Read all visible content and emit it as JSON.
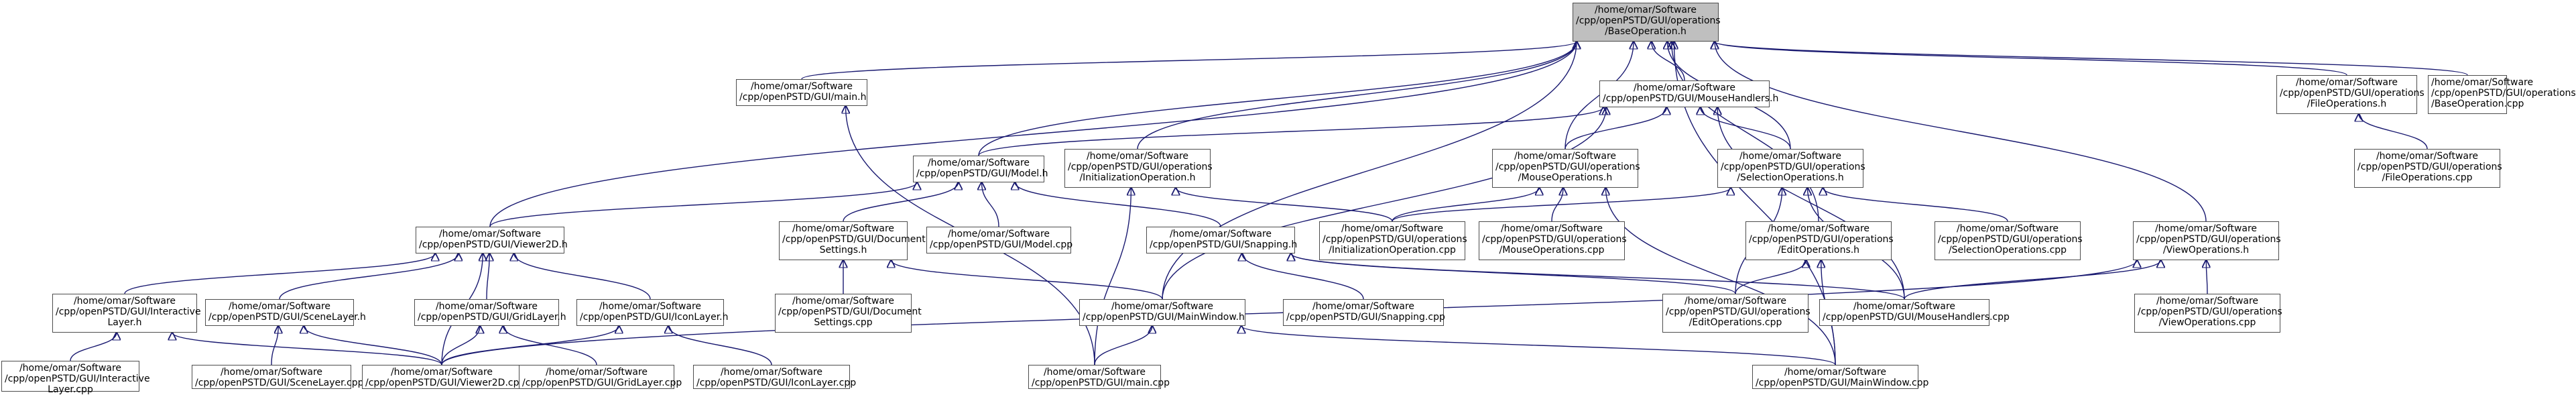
{
  "colors": {
    "edge": "#191970",
    "node_border": "#4d4d4d",
    "root_fill": "#bfbfbf",
    "node_fill": "#ffffff"
  },
  "nodes": {
    "base_h": [
      "/home/omar/Software",
      "/cpp/openPSTD/GUI/operations",
      "/BaseOperation.h"
    ],
    "main_h": [
      "/home/omar/Software",
      "/cpp/openPSTD/GUI/main.h"
    ],
    "mouse_h": [
      "/home/omar/Software",
      "/cpp/openPSTD/GUI/MouseHandlers.h"
    ],
    "file_h": [
      "/home/omar/Software",
      "/cpp/openPSTD/GUI/operations",
      "/FileOperations.h"
    ],
    "base_cpp": [
      "/home/omar/Software",
      "/cpp/openPSTD/GUI/operations",
      "/BaseOperation.cpp"
    ],
    "model_h": [
      "/home/omar/Software",
      "/cpp/openPSTD/GUI/Model.h"
    ],
    "init_h": [
      "/home/omar/Software",
      "/cpp/openPSTD/GUI/operations",
      "/InitializationOperation.h"
    ],
    "mouseops_h": [
      "/home/omar/Software",
      "/cpp/openPSTD/GUI/operations",
      "/MouseOperations.h"
    ],
    "sel_h": [
      "/home/omar/Software",
      "/cpp/openPSTD/GUI/operations",
      "/SelectionOperations.h"
    ],
    "file_cpp": [
      "/home/omar/Software",
      "/cpp/openPSTD/GUI/operations",
      "/FileOperations.cpp"
    ],
    "viewer_h": [
      "/home/omar/Software",
      "/cpp/openPSTD/GUI/Viewer2D.h"
    ],
    "doc_h": [
      "/home/omar/Software",
      "/cpp/openPSTD/GUI/Document",
      "Settings.h"
    ],
    "model_cpp": [
      "/home/omar/Software",
      "/cpp/openPSTD/GUI/Model.cpp"
    ],
    "snap_h": [
      "/home/omar/Software",
      "/cpp/openPSTD/GUI/Snapping.h"
    ],
    "init_cpp": [
      "/home/omar/Software",
      "/cpp/openPSTD/GUI/operations",
      "/InitializationOperation.cpp"
    ],
    "mouseops_cpp": [
      "/home/omar/Software",
      "/cpp/openPSTD/GUI/operations",
      "/MouseOperations.cpp"
    ],
    "edit_h": [
      "/home/omar/Software",
      "/cpp/openPSTD/GUI/operations",
      "/EditOperations.h"
    ],
    "sel_cpp": [
      "/home/omar/Software",
      "/cpp/openPSTD/GUI/operations",
      "/SelectionOperations.cpp"
    ],
    "view_h": [
      "/home/omar/Software",
      "/cpp/openPSTD/GUI/operations",
      "/ViewOperations.h"
    ],
    "inter_h": [
      "/home/omar/Software",
      "/cpp/openPSTD/GUI/Interactive",
      "Layer.h"
    ],
    "scene_h": [
      "/home/omar/Software",
      "/cpp/openPSTD/GUI/SceneLayer.h"
    ],
    "grid_h": [
      "/home/omar/Software",
      "/cpp/openPSTD/GUI/GridLayer.h"
    ],
    "icon_h": [
      "/home/omar/Software",
      "/cpp/openPSTD/GUI/IconLayer.h"
    ],
    "doc_cpp": [
      "/home/omar/Software",
      "/cpp/openPSTD/GUI/Document",
      "Settings.cpp"
    ],
    "mw_h": [
      "/home/omar/Software",
      "/cpp/openPSTD/GUI/MainWindow.h"
    ],
    "snap_cpp": [
      "/home/omar/Software",
      "/cpp/openPSTD/GUI/Snapping.cpp"
    ],
    "edit_cpp": [
      "/home/omar/Software",
      "/cpp/openPSTD/GUI/operations",
      "/EditOperations.cpp"
    ],
    "mh_cpp": [
      "/home/omar/Software",
      "/cpp/openPSTD/GUI/MouseHandlers.cpp"
    ],
    "view_cpp": [
      "/home/omar/Software",
      "/cpp/openPSTD/GUI/operations",
      "/ViewOperations.cpp"
    ],
    "inter_cpp": [
      "/home/omar/Software",
      "/cpp/openPSTD/GUI/Interactive",
      "Layer.cpp"
    ],
    "scene_cpp": [
      "/home/omar/Software",
      "/cpp/openPSTD/GUI/SceneLayer.cpp"
    ],
    "viewer_cpp": [
      "/home/omar/Software",
      "/cpp/openPSTD/GUI/Viewer2D.cpp"
    ],
    "grid_cpp": [
      "/home/omar/Software",
      "/cpp/openPSTD/GUI/GridLayer.cpp"
    ],
    "icon_cpp": [
      "/home/omar/Software",
      "/cpp/openPSTD/GUI/IconLayer.cpp"
    ],
    "main_cpp": [
      "/home/omar/Software",
      "/cpp/openPSTD/GUI/main.cpp"
    ],
    "mw_cpp": [
      "/home/omar/Software",
      "/cpp/openPSTD/GUI/MainWindow.cpp"
    ]
  },
  "edges": [
    [
      "main_h",
      "base_h"
    ],
    [
      "mouse_h",
      "base_h"
    ],
    [
      "file_h",
      "base_h"
    ],
    [
      "base_cpp",
      "base_h"
    ],
    [
      "model_h",
      "base_h"
    ],
    [
      "init_h",
      "base_h"
    ],
    [
      "mouseops_h",
      "base_h"
    ],
    [
      "sel_h",
      "base_h"
    ],
    [
      "viewer_h",
      "base_h"
    ],
    [
      "mw_h",
      "base_h"
    ],
    [
      "edit_h",
      "base_h"
    ],
    [
      "view_h",
      "base_h"
    ],
    [
      "mw_cpp",
      "base_h"
    ],
    [
      "file_cpp",
      "file_h"
    ],
    [
      "model_h",
      "mouse_h"
    ],
    [
      "mouseops_h",
      "mouse_h"
    ],
    [
      "sel_h",
      "mouse_h"
    ],
    [
      "mw_h",
      "mouse_h"
    ],
    [
      "mh_cpp",
      "mouse_h"
    ],
    [
      "viewer_h",
      "model_h"
    ],
    [
      "doc_h",
      "model_h"
    ],
    [
      "model_cpp",
      "model_h"
    ],
    [
      "snap_h",
      "model_h"
    ],
    [
      "init_cpp",
      "init_h"
    ],
    [
      "main_cpp",
      "init_h"
    ],
    [
      "init_cpp",
      "mouseops_h"
    ],
    [
      "mouseops_cpp",
      "mouseops_h"
    ],
    [
      "mw_cpp",
      "mouseops_h"
    ],
    [
      "init_cpp",
      "sel_h"
    ],
    [
      "edit_cpp",
      "sel_h"
    ],
    [
      "sel_cpp",
      "sel_h"
    ],
    [
      "mh_cpp",
      "sel_h"
    ],
    [
      "inter_h",
      "viewer_h"
    ],
    [
      "scene_h",
      "viewer_h"
    ],
    [
      "grid_h",
      "viewer_h"
    ],
    [
      "icon_h",
      "viewer_h"
    ],
    [
      "viewer_cpp",
      "viewer_h"
    ],
    [
      "doc_cpp",
      "doc_h"
    ],
    [
      "mw_h",
      "doc_h"
    ],
    [
      "snap_cpp",
      "snap_h"
    ],
    [
      "edit_cpp",
      "snap_h"
    ],
    [
      "mh_cpp",
      "snap_h"
    ],
    [
      "edit_cpp",
      "edit_h"
    ],
    [
      "mw_cpp",
      "edit_h"
    ],
    [
      "mh_cpp",
      "view_h"
    ],
    [
      "view_cpp",
      "view_h"
    ],
    [
      "viewer_cpp",
      "view_h"
    ],
    [
      "inter_cpp",
      "inter_h"
    ],
    [
      "viewer_cpp",
      "inter_h"
    ],
    [
      "scene_cpp",
      "scene_h"
    ],
    [
      "viewer_cpp",
      "scene_h"
    ],
    [
      "viewer_cpp",
      "grid_h"
    ],
    [
      "grid_cpp",
      "grid_h"
    ],
    [
      "viewer_cpp",
      "icon_h"
    ],
    [
      "icon_cpp",
      "icon_h"
    ],
    [
      "main_cpp",
      "mw_h"
    ],
    [
      "mw_cpp",
      "mw_h"
    ],
    [
      "main_cpp",
      "main_h"
    ]
  ]
}
